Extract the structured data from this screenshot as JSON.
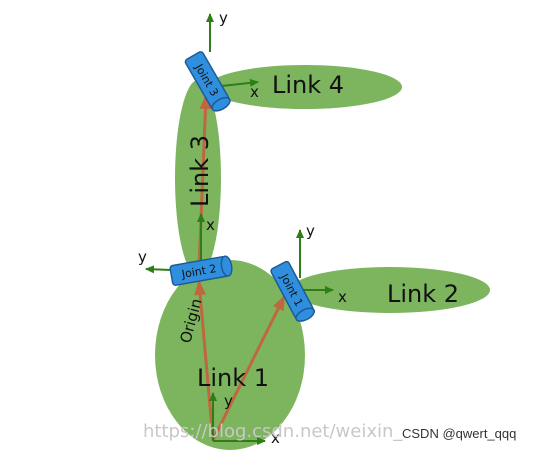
{
  "links": {
    "link1": "Link 1",
    "link2": "Link 2",
    "link3": "Link 3",
    "link4": "Link 4"
  },
  "joints": {
    "joint1": "Joint 1",
    "joint2": "Joint 2",
    "joint3": "Joint 3"
  },
  "origin_label": "Origin",
  "axes": {
    "x": "x",
    "y": "y"
  },
  "watermark": "https://blog.csdn.net/weixin_",
  "source_badge": "CSDN @qwert_qqq",
  "colors": {
    "link_fill": "#7db55f",
    "joint_fill": "#2f8fde",
    "joint_stroke": "#1b5c96",
    "frame_arrow": "#2e7d16",
    "vector_arrow": "#c0673f"
  }
}
